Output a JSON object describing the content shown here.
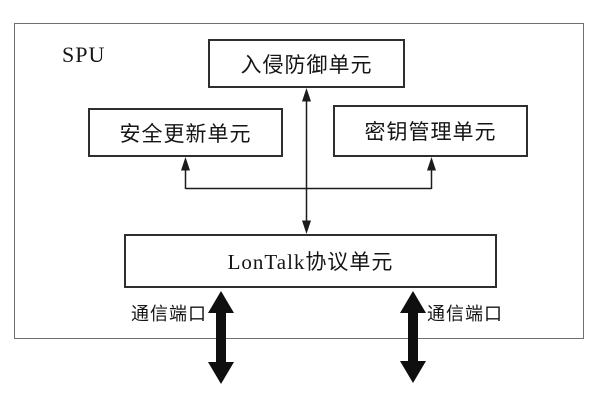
{
  "diagram": {
    "outer_label": "SPU",
    "boxes": {
      "intrusion": "入侵防御单元",
      "update": "安全更新单元",
      "key": "密钥管理单元",
      "lontalk": "LonTalk协议单元"
    },
    "ports": {
      "left_label": "通信端口",
      "right_label": "通信端口"
    },
    "colors": {
      "background": "#ffffff",
      "outer_border": "#6f6f6f",
      "box_border": "#2e2e2e",
      "line": "#1c1c1c",
      "thick_arrow": "#0f0f0f",
      "text": "#151515"
    }
  }
}
